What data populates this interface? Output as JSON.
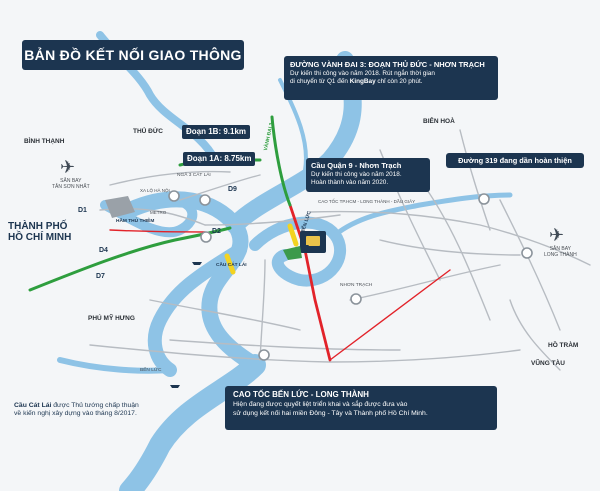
{
  "title": "BẢN ĐỒ KẾT NỐI GIAO THÔNG",
  "segments": {
    "seg_1b": "Đoạn 1B: 9.1km",
    "seg_1a": "Đoạn 1A: 8.75km"
  },
  "info_ring3": {
    "heading": "ĐƯỜNG VÀNH ĐAI 3: ĐOẠN THỦ ĐỨC - NHƠN TRẠCH",
    "line1": "Dự kiến thi công vào năm 2018. Rút ngắn thời gian",
    "line2_pre": "di chuyển từ Q1 đến ",
    "line2_brand": "KingBay",
    "line2_post": " chỉ còn 20 phút."
  },
  "info_bridge9": {
    "heading": "Cầu Quận 9 - Nhơn Trạch",
    "line1": "Dự kiến thi công vào năm 2018.",
    "line2": "Hoàn thành vào năm 2020."
  },
  "road319": "Đường 319 đang dần hoàn thiện",
  "highway": {
    "heading": "CAO TỐC BẾN LỨC - LONG THÀNH",
    "line1": "Hiện đang được quyết liệt triển khai và sắp được đưa vào",
    "line2": "sử dụng kết nối hai miền Đông - Tây và Thành phố Hồ Chí Minh."
  },
  "cat_lai_note": {
    "bold": "Cầu Cát Lái",
    "rest1": " được Thủ tướng chấp thuận",
    "line2": "về kiến nghị xây dựng vào tháng 8/2017."
  },
  "places": {
    "binh_thanh": "BÌNH THẠNH",
    "thu_duc": "THỦ ĐỨC",
    "bien_hoa": "BIÊN HOÀ",
    "hcm_line1": "THÀNH PHỐ",
    "hcm_line2": "HỒ CHÍ MINH",
    "phu_my_hung": "PHÚ MỸ HƯNG",
    "ho_tram": "HỒ TRÀM",
    "vung_tau": "VŨNG TÀU",
    "d1": "D1",
    "d2": "D2",
    "d4": "D4",
    "d7": "D7",
    "d9": "D9",
    "airport_tsn_1": "SÂN BAY",
    "airport_tsn_2": "TÂN SƠN NHẤT",
    "airport_lt_1": "SÂN BAY",
    "airport_lt_2": "LONG THÀNH",
    "ham_thu_thiem": "HẦM THỦ THIÊM",
    "cau_cat_lai": "CẦU CÁT LÁI",
    "nga_3_cat_lai": "NGÃ 3 CÁT LÁI",
    "ben_luc": "BẾN LỨC",
    "nhon_trach": "NHƠN TRẠCH",
    "vanh_dai_3": "VÀNH ĐAI 3",
    "hcm_lt_dg": "CAO TỐC TP.HCM - LONG THÀNH - DẦU GIÂY",
    "xa_lo_ha_noi": "XA LỘ HÀ NỘI",
    "metro": "METRO"
  },
  "colors": {
    "navy": "#1c3550",
    "river": "#8ec3e6",
    "green": "#2e9e3e",
    "red": "#e2232a",
    "yellow": "#f3d321",
    "road": "#b7bcc2"
  }
}
